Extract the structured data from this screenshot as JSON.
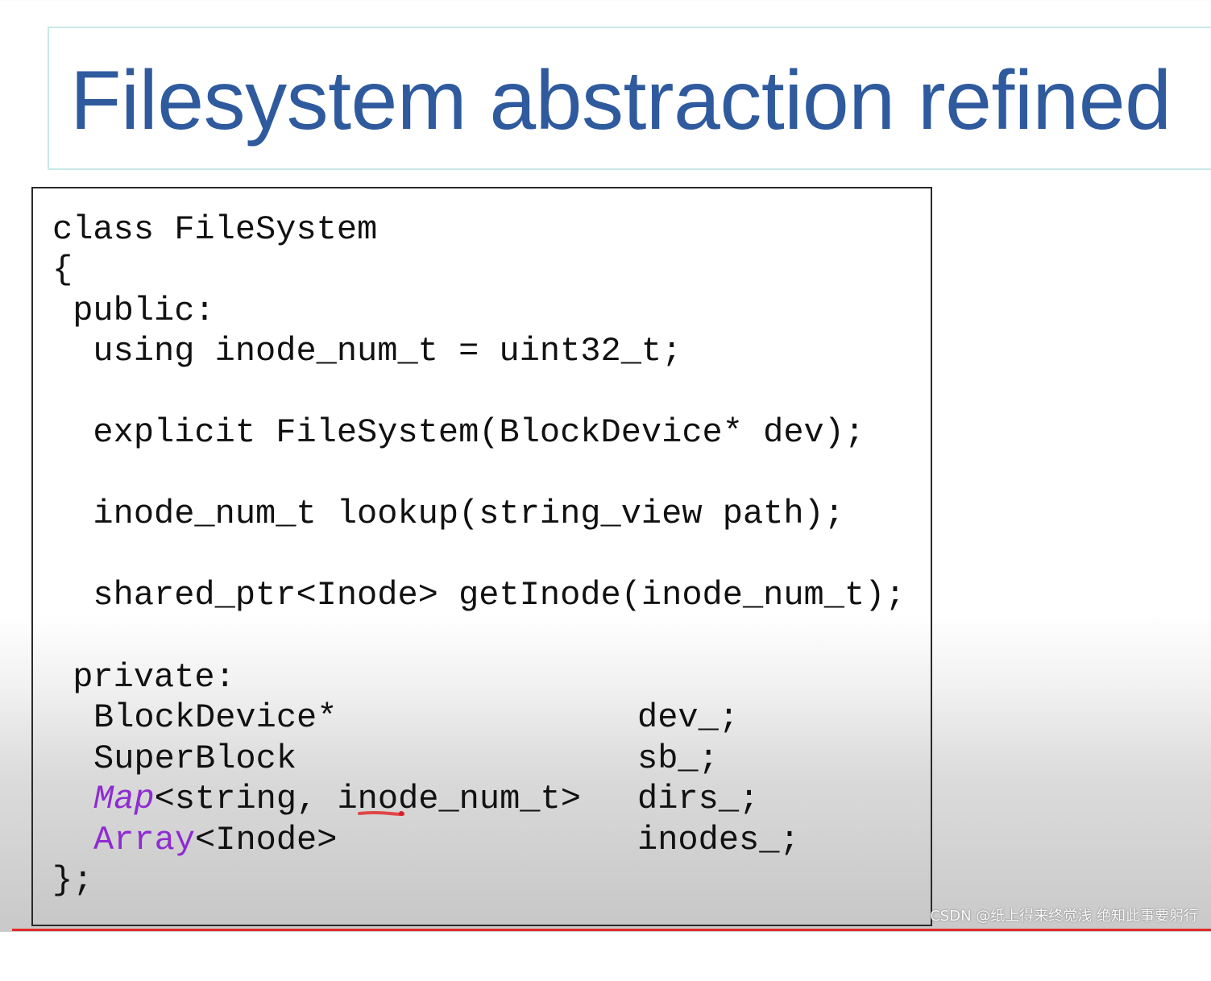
{
  "slide": {
    "title": "Filesystem abstraction refined"
  },
  "code": {
    "class_decl": "class FileSystem",
    "open_brace": "{",
    "public_label": " public:",
    "using_line": "  using inode_num_t = uint32_t;",
    "ctor_line": "  explicit FileSystem(BlockDevice* dev);",
    "lookup_line": "  inode_num_t lookup(string_view path);",
    "getinode_line": "  shared_ptr<Inode> getInode(inode_num_t);",
    "private_label": " private:",
    "members": [
      {
        "type_prefix": "",
        "type_rest": "BlockDevice*",
        "name": "dev_;"
      },
      {
        "type_prefix": "",
        "type_rest": "SuperBlock",
        "name": "sb_;"
      },
      {
        "type_prefix": "Map",
        "type_rest": "<string, inode_num_t>",
        "name": "dirs_;"
      },
      {
        "type_prefix": "Array",
        "type_rest": "<Inode>",
        "name": "inodes_;"
      }
    ],
    "close_brace": "};"
  },
  "watermark": {
    "text": "CSDN @纸上得来终觉浅 绝知此事要躬行"
  },
  "colors": {
    "title": "#2f5a9e",
    "title_border": "#c9e9e6",
    "code_text": "#111111",
    "type_highlight": "#8e2bd1",
    "annotation_red": "#e32b2b"
  }
}
